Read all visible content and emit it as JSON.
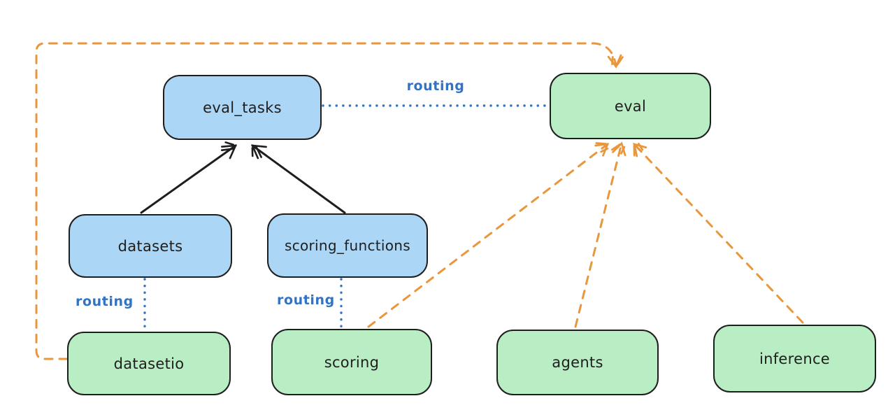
{
  "diagram": {
    "background": "#ffffff",
    "colors": {
      "background": "#ffffff",
      "node_blue_fill": "#abd6f6",
      "node_green_fill": "#b9eec4",
      "node_border": "#1e1e1e",
      "routing_blue": "#3273c6",
      "provider_orange": "#e8973c",
      "arrow_black": "#1e1e1e"
    },
    "nodes": [
      {
        "id": "eval_tasks",
        "label": "eval_tasks",
        "fill": "blue"
      },
      {
        "id": "eval",
        "label": "eval",
        "fill": "green"
      },
      {
        "id": "datasets",
        "label": "datasets",
        "fill": "blue"
      },
      {
        "id": "scoring_functions",
        "label": "scoring_functions",
        "fill": "blue"
      },
      {
        "id": "datasetio",
        "label": "datasetio",
        "fill": "green"
      },
      {
        "id": "scoring",
        "label": "scoring",
        "fill": "green"
      },
      {
        "id": "agents",
        "label": "agents",
        "fill": "green"
      },
      {
        "id": "inference",
        "label": "inference",
        "fill": "green"
      }
    ],
    "edges": [
      {
        "from": "eval_tasks",
        "to": "eval",
        "style": "dotted-blue",
        "label": "routing"
      },
      {
        "from": "datasets",
        "to": "datasetio",
        "style": "dotted-blue",
        "label": "routing"
      },
      {
        "from": "scoring_functions",
        "to": "scoring",
        "style": "dotted-blue",
        "label": "routing"
      },
      {
        "from": "datasets",
        "to": "eval_tasks",
        "style": "solid-black-arrow",
        "label": ""
      },
      {
        "from": "scoring_functions",
        "to": "eval_tasks",
        "style": "solid-black-arrow",
        "label": ""
      },
      {
        "from": "datasetio",
        "to": "eval",
        "style": "dashed-orange-arrow",
        "label": ""
      },
      {
        "from": "scoring",
        "to": "eval",
        "style": "dashed-orange-arrow",
        "label": ""
      },
      {
        "from": "agents",
        "to": "eval",
        "style": "dashed-orange-arrow",
        "label": ""
      },
      {
        "from": "inference",
        "to": "eval",
        "style": "dashed-orange-arrow",
        "label": ""
      }
    ]
  }
}
